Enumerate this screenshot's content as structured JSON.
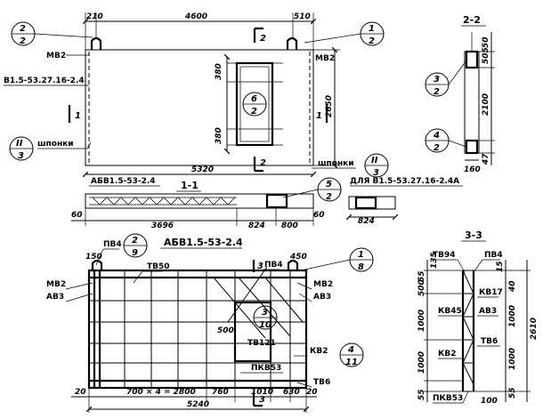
{
  "top_view": {
    "dim_left_edge": "210",
    "dim_main": "4600",
    "dim_right_edge": "510",
    "dim_total": "5320",
    "dim_height": "2650",
    "dim_opening_top": "380",
    "dim_opening_bottom": "380",
    "label_mb2_left": "МВ2",
    "label_mb2_right": "МВ2",
    "label_panel": "В1.5-53.27.16-2.4",
    "label_shponki_left": "шпонки",
    "label_shponki_right": "шпонки",
    "section_mark": "2",
    "section_mark_bottom": "2",
    "section_1_left": "1",
    "section_1_right": "1"
  },
  "callouts": {
    "c_2_2_top": {
      "num": "2",
      "den": "2"
    },
    "c_1_2_top": {
      "num": "1",
      "den": "2"
    },
    "c_6_2": {
      "num": "6",
      "den": "2"
    },
    "c_II_3_left": {
      "num": "II",
      "den": "3"
    },
    "c_II_3_right": {
      "num": "II",
      "den": "3"
    },
    "c_3_2": {
      "num": "3",
      "den": "2"
    },
    "c_4_2": {
      "num": "4",
      "den": "2"
    },
    "c_5_2": {
      "num": "5",
      "den": "2"
    },
    "c_2_9": {
      "num": "2",
      "den": "9"
    },
    "c_1_8": {
      "num": "1",
      "den": "8"
    },
    "c_3_10": {
      "num": "3",
      "den": "10"
    },
    "c_4_11": {
      "num": "4",
      "den": "11"
    }
  },
  "section_2_2": {
    "title": "2-2",
    "dim_50": "50",
    "dim_505": "505",
    "dim_2100": "2100",
    "dim_160": "160",
    "dim_47": "47"
  },
  "section_1_1": {
    "title": "1-1",
    "label_abv": "АБВ1.5-53-2.4",
    "label_for": "ДЛЯ В1.5-53.27.16-2.4А",
    "dim_60_left": "60",
    "dim_3696": "3696",
    "dim_824": "824",
    "dim_800": "800",
    "dim_60_right": "60",
    "dim_824_detail": "824"
  },
  "cage": {
    "title": "АБВ1.5-53-2.4",
    "label_pb4_left": "ПВ4",
    "label_150": "150",
    "label_tb50": "ТВ50",
    "label_pb4_right": "ПВ4",
    "label_450": "450",
    "label_mb2_left": "МВ2",
    "label_ab3_left": "АВ3",
    "label_mb2_right": "МВ2",
    "label_ab3_right": "АВ3",
    "label_500": "500",
    "label_tb121": "ТВ121",
    "label_kb2": "КВ2",
    "label_pkb53": "ПКВ53",
    "label_tb6": "ТВ6",
    "section_mark_top": "3",
    "section_mark_bottom": "3",
    "dim_20_left": "20",
    "dim_700x4": "700 × 4 = 2800",
    "dim_760": "760",
    "dim_1010": "1010",
    "dim_630": "630",
    "dim_20_right": "20",
    "dim_total": "5240"
  },
  "section_3_3": {
    "title": "3-3",
    "label_tb94": "ТВ94",
    "label_pb4": "ПВ4",
    "label_kb17": "КВ17",
    "label_kb45": "КВ45",
    "label_ab3": "АВ3",
    "label_tb6": "ТВ6",
    "label_kb2": "КВ2",
    "label_pkb53": "ПКВ53",
    "dim_55_top": "55",
    "dim_135": "135",
    "dim_500": "500",
    "dim_1000_a": "1000",
    "dim_1000_b": "1000",
    "dim_55_bottom": "55",
    "dim_15": "15",
    "dim_40": "40",
    "dim_1000_r1": "1000",
    "dim_1000_r2": "1000",
    "dim_55_r": "55",
    "dim_2610": "2610",
    "dim_100": "100"
  }
}
